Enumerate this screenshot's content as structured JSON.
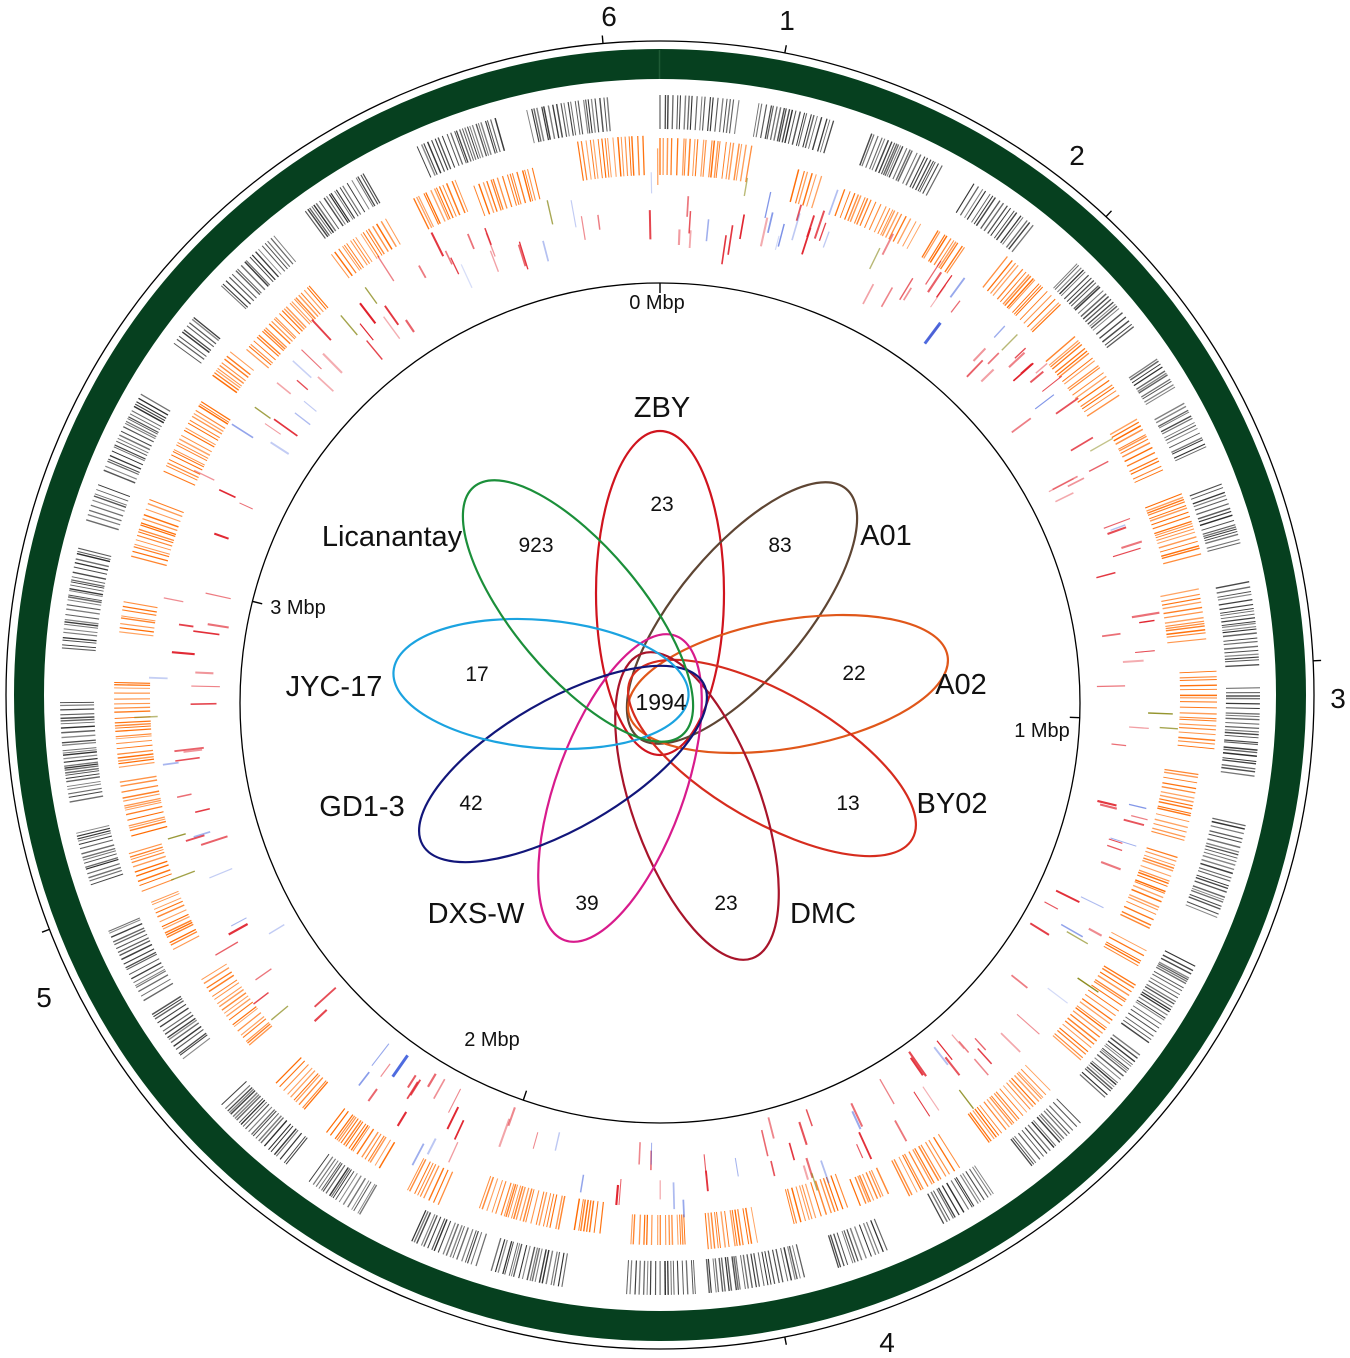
{
  "outer_ring": {
    "ticks": [
      "1",
      "2",
      "3",
      "4",
      "5",
      "6"
    ],
    "band_color": "#06401f"
  },
  "scale": {
    "labels": [
      "0 Mbp",
      "1 Mbp",
      "2 Mbp",
      "3 Mbp"
    ]
  },
  "tracks": {
    "cds_color": "#2b2b2b",
    "orange_color": "#ff6a00",
    "red_color": "#e0202b",
    "blue_color": "#3b5bdb",
    "olive_color": "#8a8a1a"
  },
  "venn": {
    "core": "1994",
    "strains": [
      {
        "name": "ZBY",
        "count": "23",
        "color": "#d0141e"
      },
      {
        "name": "A01",
        "count": "83",
        "color": "#5e4533"
      },
      {
        "name": "A02",
        "count": "22",
        "color": "#e0571a"
      },
      {
        "name": "BY02",
        "count": "13",
        "color": "#d62c1e"
      },
      {
        "name": "DMC",
        "count": "23",
        "color": "#a8142a"
      },
      {
        "name": "DXS-W",
        "count": "39",
        "color": "#d81b8c"
      },
      {
        "name": "GD1-3",
        "count": "42",
        "color": "#12167a"
      },
      {
        "name": "JYC-17",
        "count": "17",
        "color": "#1ba3e0"
      },
      {
        "name": "Licanantay",
        "count": "923",
        "color": "#1b8f3a"
      }
    ]
  }
}
